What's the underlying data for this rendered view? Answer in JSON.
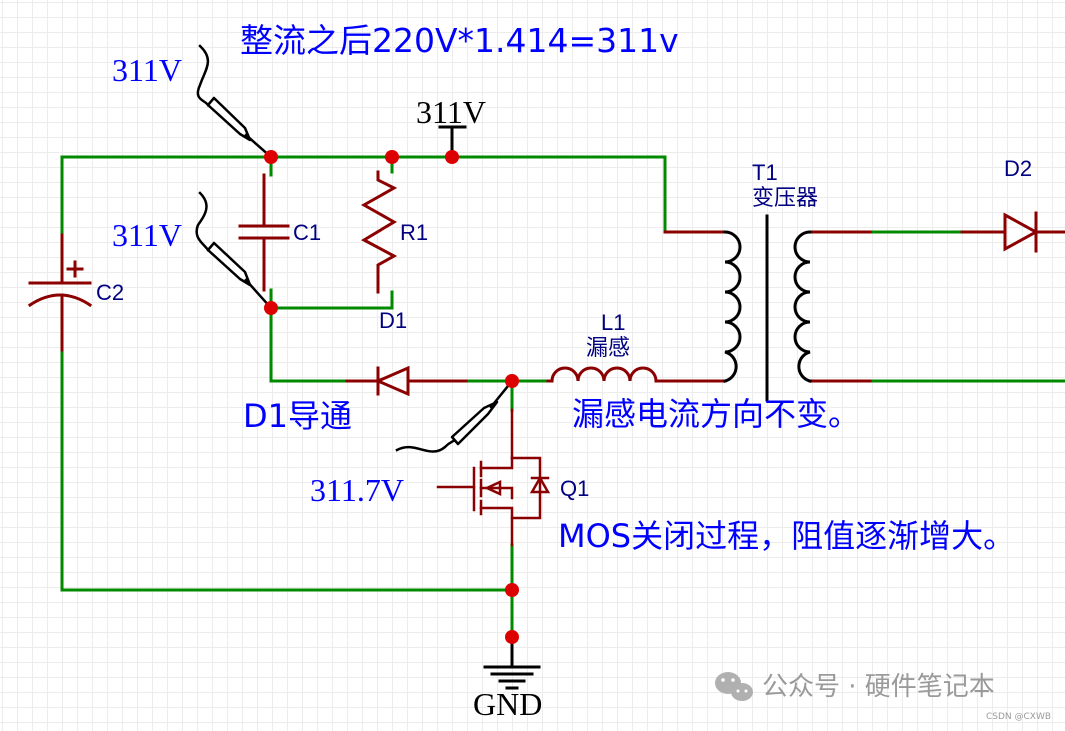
{
  "diagram": {
    "title_annotation": "整流之后220V*1.414=311v",
    "annotations": {
      "d1_conducting": "D1导通",
      "leakage_current": "漏感电流方向不变。",
      "mos_turnoff": "MOS关闭过程，阻值逐渐增大。"
    },
    "probes": [
      {
        "id": "probe-top",
        "value": "311V"
      },
      {
        "id": "probe-c1",
        "value": "311V"
      },
      {
        "id": "probe-drain",
        "value": "311.7V"
      }
    ],
    "net_labels": {
      "bus_voltage": "311V",
      "ground": "GND"
    },
    "components": {
      "C1": {
        "ref": "C1",
        "type": "capacitor"
      },
      "C2": {
        "ref": "C2",
        "type": "electrolytic-capacitor",
        "polarity_mark": "+"
      },
      "R1": {
        "ref": "R1",
        "type": "resistor"
      },
      "D1": {
        "ref": "D1",
        "type": "diode"
      },
      "D2": {
        "ref": "D2",
        "type": "diode"
      },
      "L1": {
        "ref": "L1",
        "name": "漏感",
        "type": "inductor"
      },
      "T1": {
        "ref": "T1",
        "name": "变压器",
        "type": "transformer"
      },
      "Q1": {
        "ref": "Q1",
        "type": "n-mosfet"
      }
    },
    "colors": {
      "wire": "#008a00",
      "component": "#8b0000",
      "junction": "#dd0000",
      "annotation": "#0000ff",
      "ref_label": "#000080",
      "probe": "#000000"
    }
  },
  "watermark": {
    "main": "公众号 · 硬件笔记本",
    "credit": "CSDN @CXWB"
  }
}
